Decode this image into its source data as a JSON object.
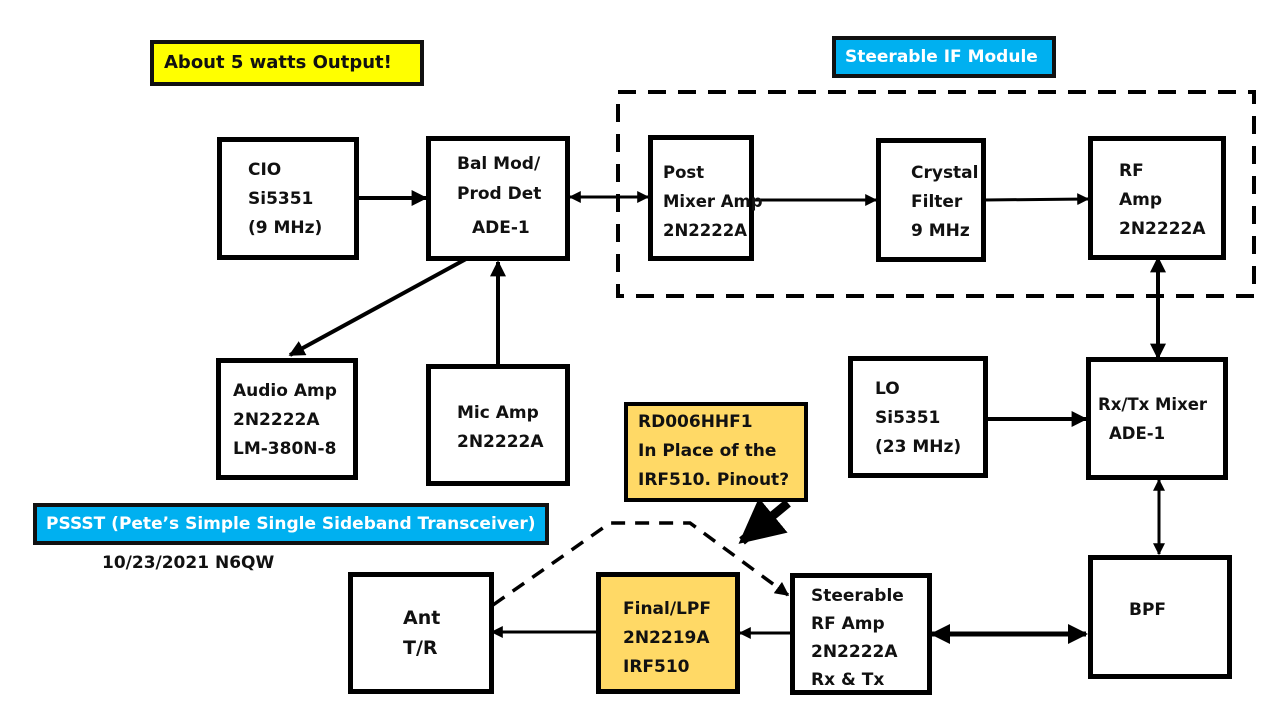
{
  "title_label": {
    "text": "PSSST (Pete’s Simple Single Sideband Transceiver)",
    "color": "#00b0f0"
  },
  "date_author": "10/23/2021 N6QW",
  "power_label": {
    "text": "About 5 watts Output!",
    "color": "#ffff00"
  },
  "module_label": {
    "text": "Steerable IF Module",
    "color": "#00b0f0"
  },
  "note_box": {
    "lines": [
      "RD006HHF1",
      "In Place of the",
      "IRF510. Pinout?"
    ],
    "color": "#ffd966"
  },
  "blocks": {
    "cio": {
      "lines": [
        "CIO",
        "Si5351",
        "(9 MHz)"
      ]
    },
    "balmod": {
      "lines": [
        "Bal Mod/",
        "Prod Det",
        "ADE-1"
      ]
    },
    "postmixer": {
      "lines": [
        "Post",
        "Mixer Amp",
        "2N2222A"
      ]
    },
    "crystal": {
      "lines": [
        "Crystal",
        "Filter",
        "9 MHz"
      ]
    },
    "rfamp": {
      "lines": [
        "RF",
        "Amp",
        "2N2222A"
      ]
    },
    "audio": {
      "lines": [
        "Audio Amp",
        "2N2222A",
        "LM-380N-8"
      ]
    },
    "mic": {
      "lines": [
        "Mic Amp",
        "2N2222A"
      ]
    },
    "lo": {
      "lines": [
        "LO",
        "Si5351",
        "(23 MHz)"
      ]
    },
    "mixer": {
      "lines": [
        "Rx/Tx Mixer",
        "ADE-1"
      ]
    },
    "ant": {
      "lines": [
        "Ant",
        "T/R"
      ]
    },
    "final": {
      "lines": [
        "Final/LPF",
        "2N2219A",
        "IRF510"
      ],
      "color": "#ffd966"
    },
    "steer": {
      "lines": [
        "Steerable",
        "RF Amp",
        "2N2222A",
        "Rx & Tx"
      ]
    },
    "bpf": {
      "lines": [
        "BPF"
      ]
    }
  },
  "connections": [
    {
      "from": "cio",
      "to": "balmod",
      "type": "one-way"
    },
    {
      "from": "balmod",
      "to": "postmixer",
      "type": "two-way"
    },
    {
      "from": "postmixer",
      "to": "crystal",
      "type": "one-way"
    },
    {
      "from": "crystal",
      "to": "rfamp",
      "type": "one-way"
    },
    {
      "from": "rfamp",
      "to": "mixer",
      "type": "two-way"
    },
    {
      "from": "lo",
      "to": "mixer",
      "type": "one-way"
    },
    {
      "from": "mixer",
      "to": "bpf",
      "type": "two-way"
    },
    {
      "from": "bpf",
      "to": "steer",
      "type": "two-way"
    },
    {
      "from": "steer",
      "to": "final",
      "type": "one-way"
    },
    {
      "from": "final",
      "to": "ant",
      "type": "one-way"
    },
    {
      "from": "balmod",
      "to": "audio",
      "type": "one-way"
    },
    {
      "from": "mic",
      "to": "balmod",
      "type": "one-way"
    },
    {
      "from": "ant",
      "to": "steer",
      "type": "dashed"
    },
    {
      "from": "note_box",
      "to": "final",
      "type": "pointer"
    }
  ]
}
